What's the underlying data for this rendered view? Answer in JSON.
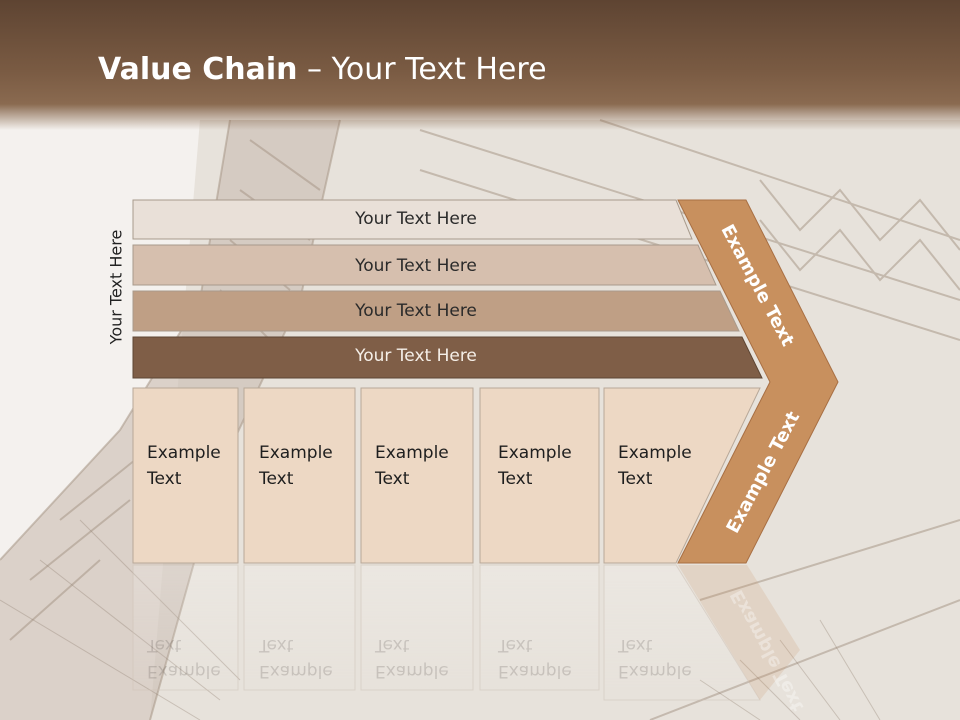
{
  "title": {
    "bold": "Value Chain",
    "rest": " – Your Text Here"
  },
  "vertical_label": "Your Text Here",
  "bars": [
    {
      "label": "Your Text Here",
      "fill": "#e9e0d8"
    },
    {
      "label": "Your Text Here",
      "fill": "#d6bfae"
    },
    {
      "label": "Your Text Here",
      "fill": "#bf9f85"
    },
    {
      "label": "Your Text Here",
      "fill": "#7f5e47"
    }
  ],
  "columns": [
    {
      "line1": "Example",
      "line2": "Text"
    },
    {
      "line1": "Example",
      "line2": "Text"
    },
    {
      "line1": "Example",
      "line2": "Text"
    },
    {
      "line1": "Example",
      "line2": "Text"
    },
    {
      "line1": "Example",
      "line2": "Text"
    }
  ],
  "chevron": {
    "upper_text": "Example Text",
    "lower_text": "Example Text",
    "fill": "#c8905e"
  },
  "colors": {
    "column_fill": "#edd8c4",
    "title_bar": "#6b4e3a"
  }
}
